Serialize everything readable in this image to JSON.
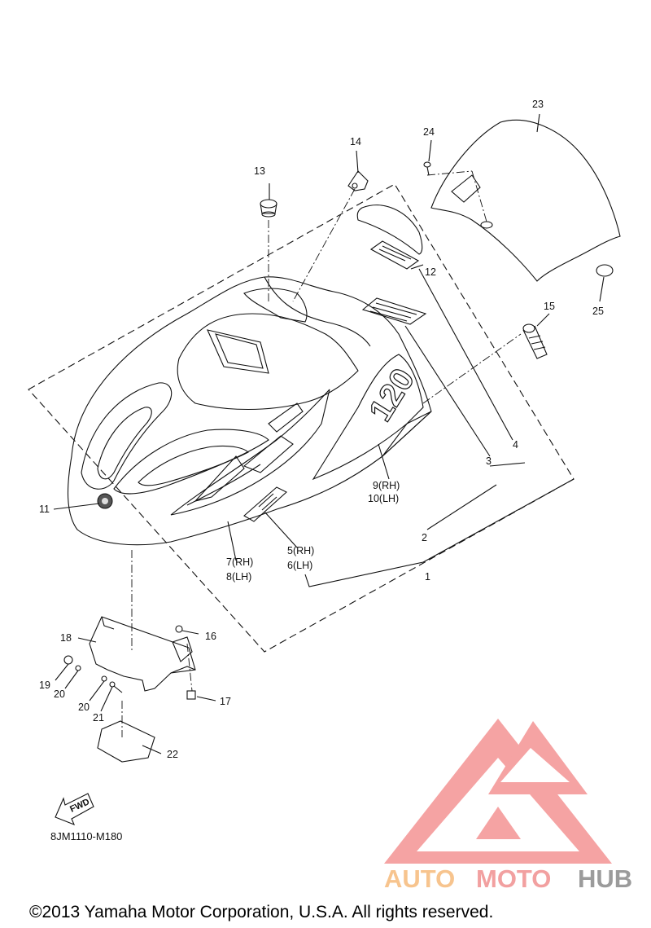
{
  "diagram_code": "8JM1110-M180",
  "fwd_label": "FWD",
  "copyright": "©2013 Yamaha Motor Corporation, U.S.A. All rights reserved.",
  "watermark": {
    "part1": "AUTO",
    "part2": "MOTO",
    "part3": "HUB"
  },
  "labels": {
    "p1": "1",
    "p2": "2",
    "p3": "3",
    "p4": "4",
    "p5": "5(RH)",
    "p6": "6(LH)",
    "p7": "7(RH)",
    "p8": "8(LH)",
    "p9": "9(RH)",
    "p10": "10(LH)",
    "p11": "11",
    "p12": "12",
    "p13": "13",
    "p14": "14",
    "p15": "15",
    "p16": "16",
    "p17": "17",
    "p18": "18",
    "p19": "19",
    "p20a": "20",
    "p20b": "20",
    "p21": "21",
    "p22": "22",
    "p23": "23",
    "p24": "24",
    "p25": "25"
  },
  "decal_text": {
    "engine_number": "120"
  },
  "colors": {
    "watermark_orange": "#f7c48e",
    "watermark_red": "#f2a0a0",
    "watermark_gray": "#9b9b9b"
  }
}
